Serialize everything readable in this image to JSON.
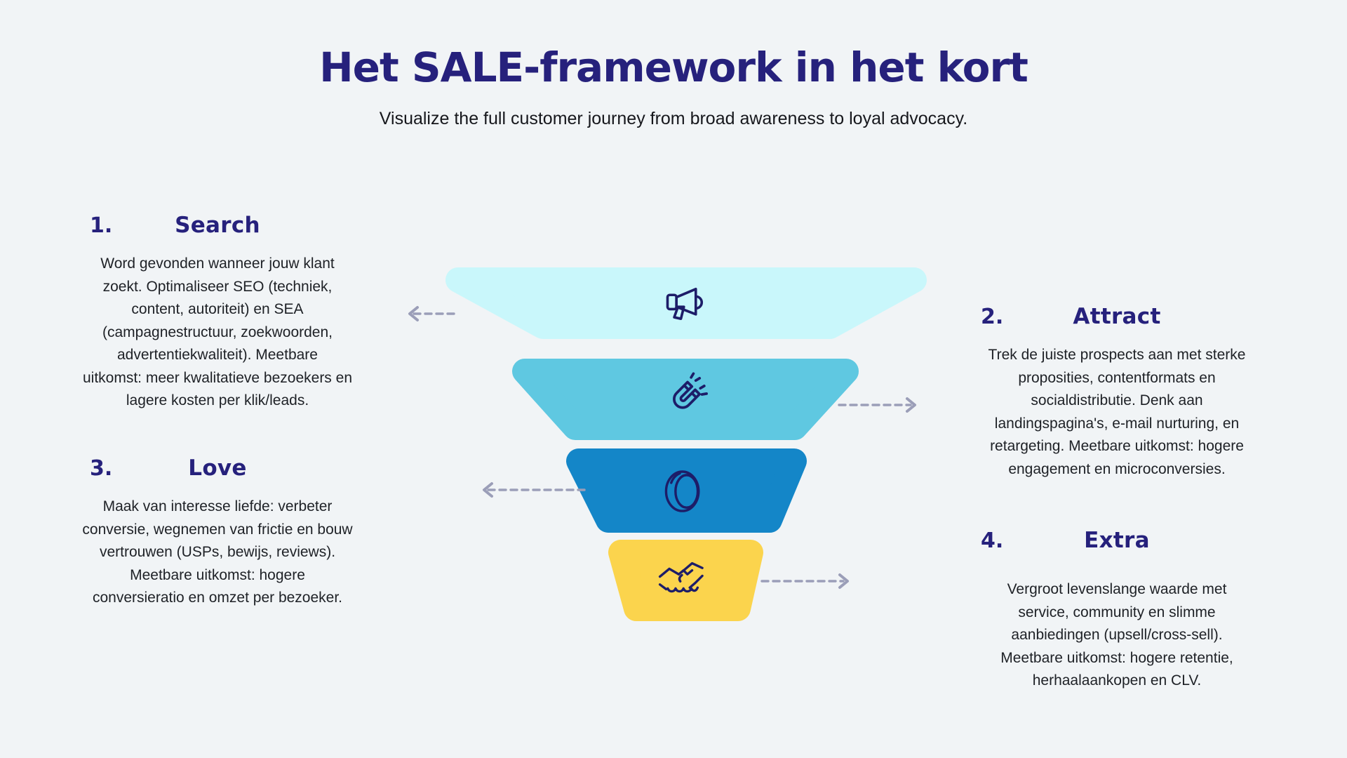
{
  "page": {
    "background_color": "#F1F4F6"
  },
  "header": {
    "title": "Het SALE-framework in het kort",
    "subtitle": "Visualize the full customer journey from broad awareness to loyal advocacy.",
    "title_color": "#26217C"
  },
  "steps": [
    {
      "number": "1.",
      "title_initial": "S",
      "title_rest": "earch",
      "body": "Word gevonden wanneer jouw klant\nzoekt. Optimaliseer SEO (techniek,\ncontent, autoriteit) en SEA\n(campagnestructuur, zoekwoorden,\nadvertentiekwaliteit). Meetbare\nuitkomst: meer kwalitatieve bezoekers en\nlagere kosten per klik/leads."
    },
    {
      "number": "2.",
      "title_initial": "A",
      "title_rest": "ttract",
      "body": "Trek de juiste prospects aan met sterke\nproposities, contentformats en\nsocialdistributie. Denk aan\nlandingspagina's, e-mail nurturing, en\nretargeting. Meetbare uitkomst: hogere\nengagement en microconversies."
    },
    {
      "number": "3.",
      "title_initial": "L",
      "title_rest": "ove",
      "body": "Maak van interesse liefde: verbeter\nconversie, wegnemen van frictie en bouw\nvertrouwen (USPs, bewijs, reviews).\nMeetbare uitkomst: hogere\nconversieratio en omzet per bezoeker."
    },
    {
      "number": "4.",
      "title_initial": "E",
      "title_rest": "xtra",
      "body": "Vergroot levenslange waarde met\nservice, community en slimme\naanbiedingen (upsell/cross-sell).\nMeetbare uitkomst: hogere retentie,\nherhaalaankopen en CLV."
    }
  ],
  "funnel": {
    "layers": [
      {
        "color": "#C9F7FB",
        "icon": "megaphone-icon"
      },
      {
        "color": "#5FC8E1",
        "icon": "magnet-icon"
      },
      {
        "color": "#1486C8",
        "icon": "coin-icon"
      },
      {
        "color": "#FBD44D",
        "icon": "handshake-icon"
      }
    ],
    "icon_color": "#1D1D68",
    "arrow_color": "#9B9EB8"
  }
}
